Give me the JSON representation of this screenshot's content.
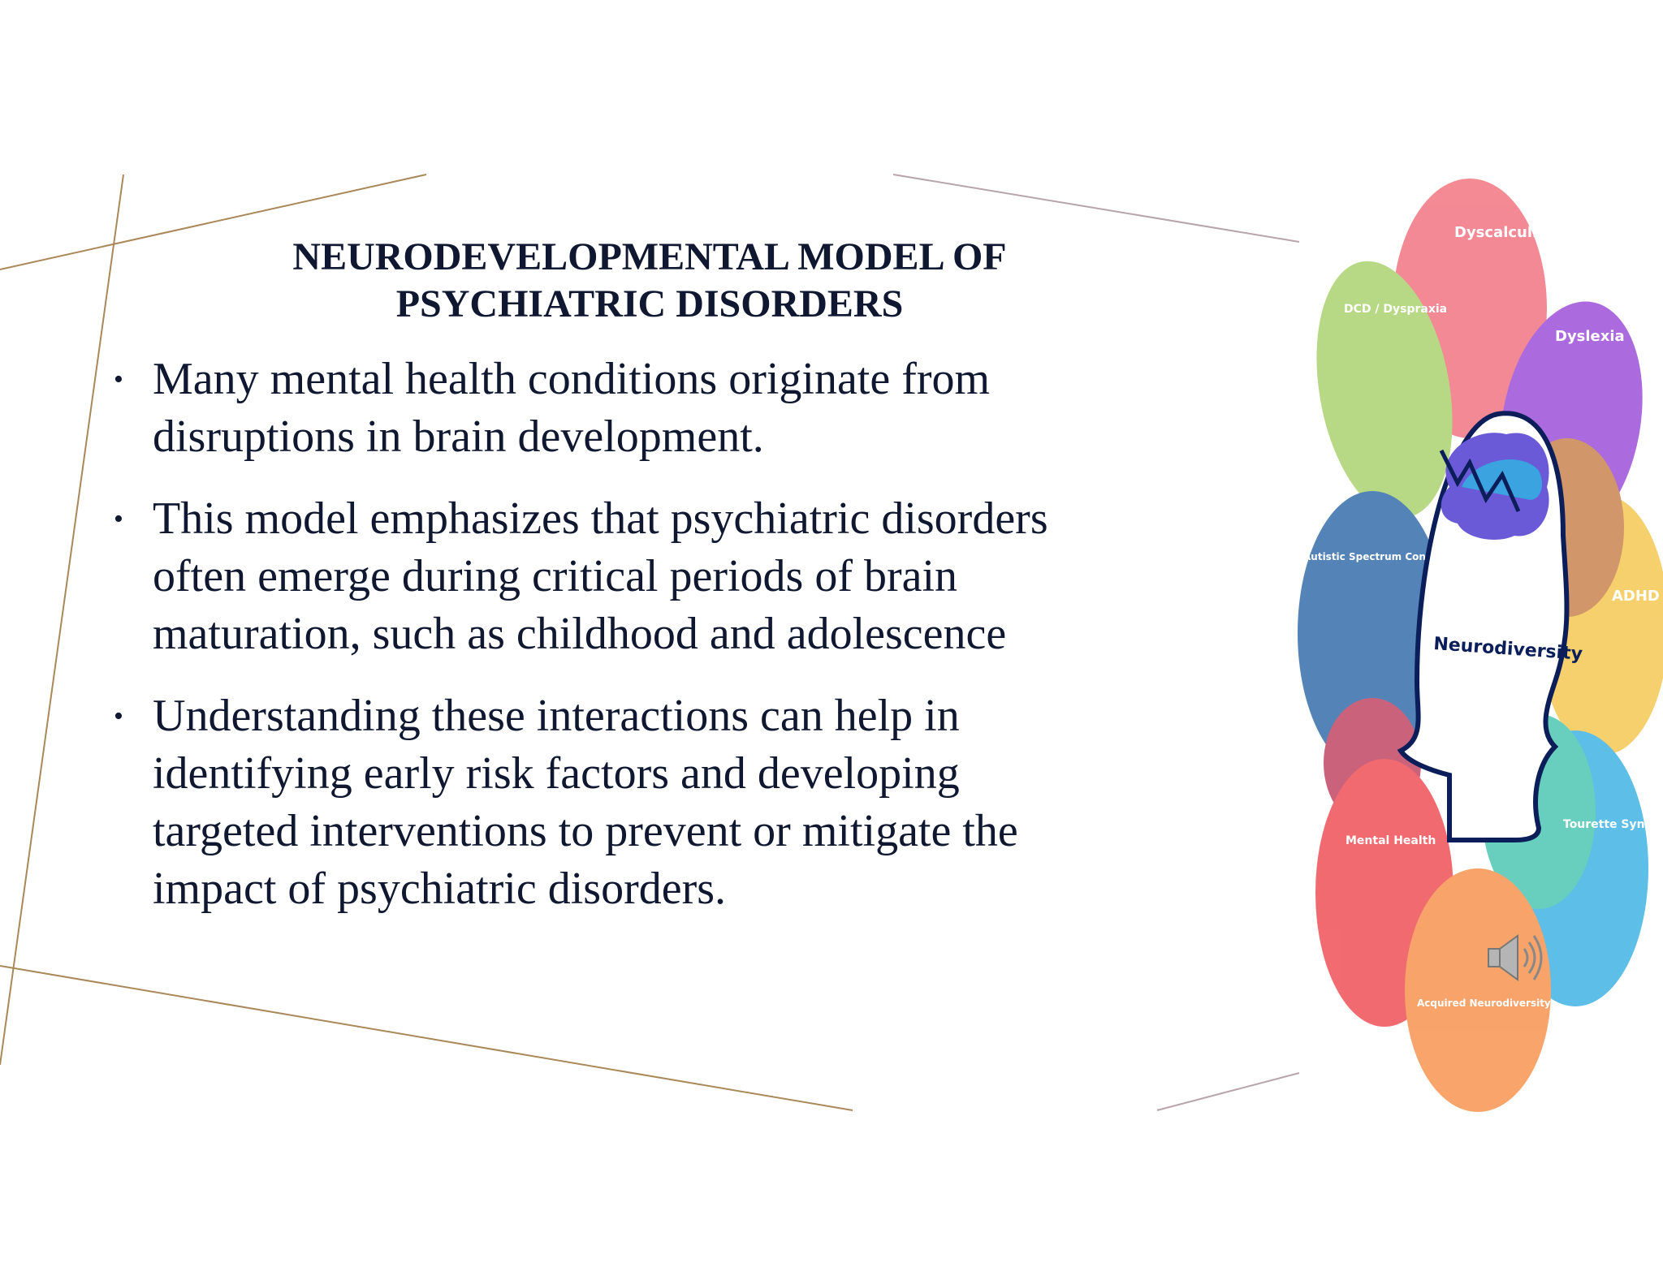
{
  "slide": {
    "title_line1": "NEURODEVELOPMENTAL MODEL OF",
    "title_line2": "PSYCHIATRIC DISORDERS",
    "bullets": [
      {
        "marker": "•",
        "text": "Many mental health conditions originate from disruptions in brain development."
      },
      {
        "marker": "•",
        "text": "This model emphasizes that psychiatric disorders often emerge during critical periods of brain maturation, such as childhood and adolescence"
      },
      {
        "marker": "•",
        "text": "Understanding these interactions can help in identifying early risk factors and developing targeted interventions to prevent or mitigate the impact of psychiatric disorders."
      }
    ]
  },
  "colors": {
    "text": "#0f1830",
    "accent_line_gold": "#a9885a",
    "accent_line_mauve": "#b8a4ad"
  },
  "image": {
    "center_label": "Neurodiversity",
    "petal_labels": {
      "dyscalculia": "Dyscalculia",
      "dyspraxia": "DCD / Dyspraxia",
      "dyslexia": "Dyslexia",
      "autistic": "Autistic Spectrum Condition",
      "adhd": "ADHD",
      "tourette": "Tourette Syndrome",
      "mental_health": "Mental Health",
      "acquired": "Acquired Neurodiversity"
    },
    "audio_icon": "speaker-icon"
  }
}
